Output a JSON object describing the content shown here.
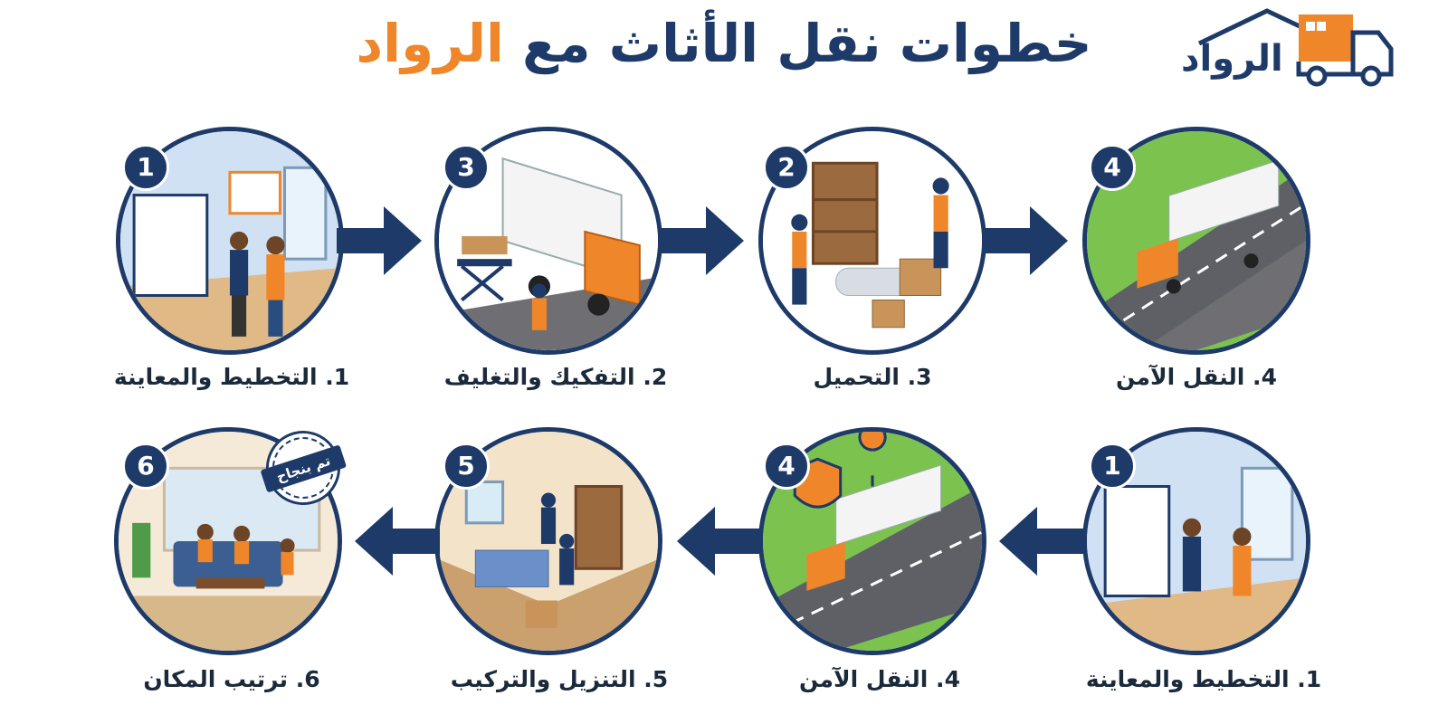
{
  "header": {
    "title_main": "خطوات نقل الأثاث مع",
    "title_brand": "الرواد"
  },
  "logo": {
    "text": "الرواد"
  },
  "top_row": [
    {
      "number": "4",
      "label": "4. النقل الآمن",
      "scene": "highway-truck"
    },
    {
      "number": "2",
      "label": "3. التحميل",
      "scene": "packing"
    },
    {
      "number": "3",
      "label": "2. التفكيك والتغليف",
      "scene": "loading-truck"
    },
    {
      "number": "1",
      "label": "1. التخطيط والمعاينة",
      "scene": "planning"
    }
  ],
  "bottom_row": [
    {
      "number": "1",
      "label": "1. التخطيط والمعاينة",
      "scene": "planning"
    },
    {
      "number": "4",
      "label": "4. النقل الآمن",
      "scene": "highway-truck"
    },
    {
      "number": "5",
      "label": "5. التنزيل والتركيب",
      "scene": "room-assembly"
    },
    {
      "number": "6",
      "label": "6. ترتيب المكان",
      "scene": "family-home"
    }
  ],
  "stamp": {
    "text": "تم بنجاح"
  },
  "colors": {
    "navy": "#1e3a68",
    "orange": "#f0862a",
    "road_grass": "#7cc24e",
    "arrow_navy": "#1e3a68"
  },
  "icons": [
    "house-truck-logo",
    "right-arrow-icon",
    "left-arrow-icon",
    "shield-check-icon",
    "map-pin-icon",
    "calendar-icon",
    "clipboard-icon"
  ]
}
